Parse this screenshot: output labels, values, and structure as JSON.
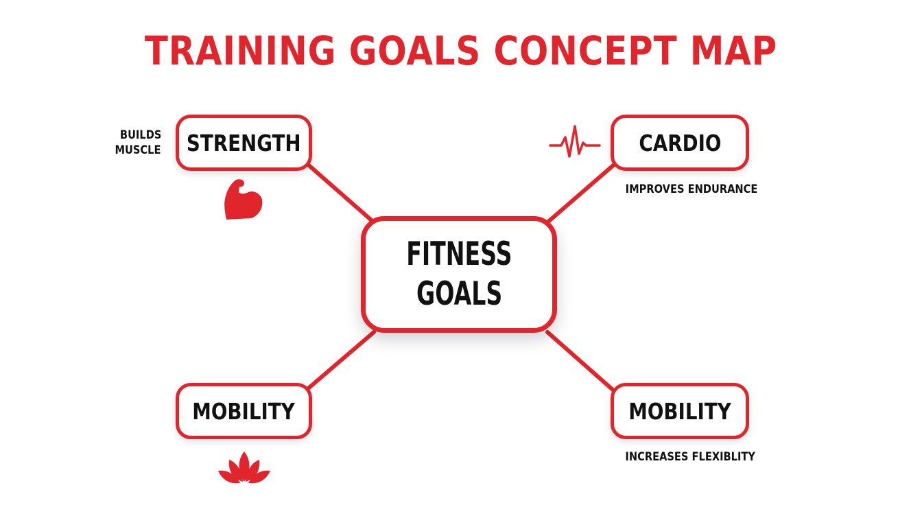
{
  "title": "TRAINING GOALS CONCEPT MAP",
  "accent_color": "#e0262c",
  "center_node": {
    "line1": "FITNESS",
    "line2": "GOALS"
  },
  "nodes": [
    {
      "label": "STRENGTH",
      "note_line1": "BUILDS",
      "note_line2": "MUSCLE",
      "icon": "flexed-arm-icon"
    },
    {
      "label": "CARDIO",
      "note": "IMPROVES ENDURANCE",
      "icon": "heartbeat-icon"
    },
    {
      "label": "MOBILITY",
      "icon": "lotus-icon"
    },
    {
      "label": "MOBILITY",
      "note": "INCREASES FLEXIBLITY"
    }
  ]
}
